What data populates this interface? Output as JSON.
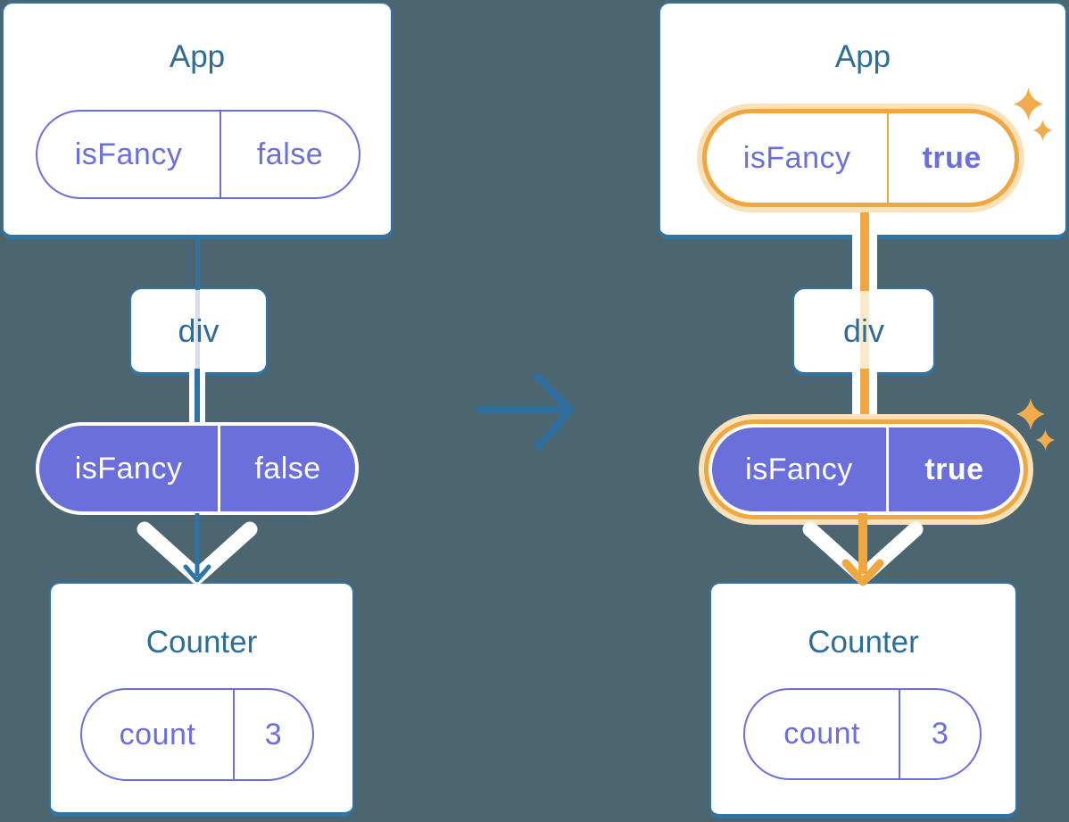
{
  "diagram_type": "react-state-tree-before-after",
  "panels": {
    "before": {
      "app": {
        "title": "App",
        "state_pill": {
          "label": "isFancy",
          "value": "false"
        }
      },
      "wrapper": {
        "title": "div"
      },
      "prop_pill": {
        "label": "isFancy",
        "value": "false"
      },
      "counter": {
        "title": "Counter",
        "state_pill": {
          "label": "count",
          "value": "3"
        }
      }
    },
    "after": {
      "app": {
        "title": "App",
        "state_pill": {
          "label": "isFancy",
          "value": "true"
        }
      },
      "wrapper": {
        "title": "div"
      },
      "prop_pill": {
        "label": "isFancy",
        "value": "true"
      },
      "counter": {
        "title": "Counter",
        "state_pill": {
          "label": "count",
          "value": "3"
        }
      }
    }
  },
  "icons": {
    "transition": "right-arrow-icon",
    "highlight": "sparkle-icon",
    "flow": "down-chevron-arrow-icon"
  },
  "colors": {
    "background": "#4C6671",
    "card_fill": "#FFFFFF",
    "card_border": "#2E75A5",
    "title_text": "#2E6D96",
    "purple": "#6A6FDC",
    "purple_pill_fill": "#6A6FDB",
    "highlight_orange": "#F1A73F",
    "highlight_glow": "#FAE1B8",
    "faded_line_blue": "#D7DEF3",
    "faded_line_cream": "#FBE9CC",
    "flow_arrow_white": "#FFFFFF"
  }
}
